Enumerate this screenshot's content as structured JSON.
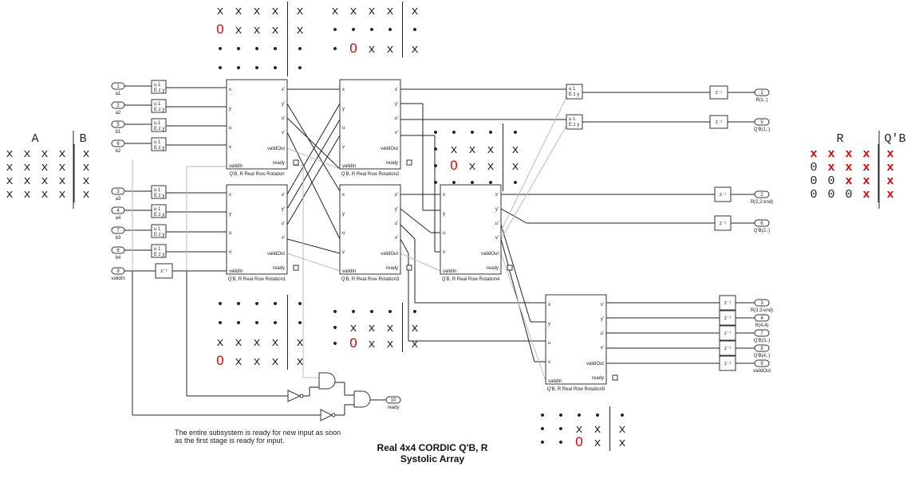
{
  "inputs": [
    {
      "num": "1",
      "name": "a1"
    },
    {
      "num": "2",
      "name": "a2"
    },
    {
      "num": "5",
      "name": "b1"
    },
    {
      "num": "6",
      "name": "b2"
    },
    {
      "num": "3",
      "name": "a3"
    },
    {
      "num": "4",
      "name": "a4"
    },
    {
      "num": "7",
      "name": "b3"
    },
    {
      "num": "8",
      "name": "b4"
    },
    {
      "num": "9",
      "name": "validIn"
    }
  ],
  "outputs": [
    {
      "num": "1",
      "name": "R(1,:)"
    },
    {
      "num": "5",
      "name": "Q'B(1,:)"
    },
    {
      "num": "2",
      "name": "R(2,2:end)"
    },
    {
      "num": "6",
      "name": "Q'B(2,:)"
    },
    {
      "num": "3",
      "name": "R(3,3:end)"
    },
    {
      "num": "4",
      "name": "R(4,4)"
    },
    {
      "num": "7",
      "name": "Q'B(3,:)"
    },
    {
      "num": "8",
      "name": "Q'B(4,:)"
    },
    {
      "num": "9",
      "name": "validOut"
    },
    {
      "num": "10",
      "name": "ready"
    }
  ],
  "rotation_blocks": [
    {
      "name": "Q'B, R Real Row Rotation"
    },
    {
      "name": "Q'B, R Real Row Rotation1"
    },
    {
      "name": "Q'B, R Real Row Rotation2"
    },
    {
      "name": "Q'B, R Real Row Rotation3"
    },
    {
      "name": "Q'B, R Real Row Rotation4"
    },
    {
      "name": "Q'B, R Real Row Rotation5"
    }
  ],
  "rotation_ports": {
    "in": [
      "x",
      "y",
      "u",
      "v",
      "validIn"
    ],
    "out": [
      "x'",
      "y'",
      "u'",
      "v'",
      "validOut",
      "ready"
    ]
  },
  "delay_label": "z⁻¹",
  "matrix_A": {
    "header_a": "A",
    "header_b": "B"
  },
  "matrix_R": {
    "header_a": "R",
    "header_b": "Q'B"
  },
  "cell_x": "x",
  "cell_dot": "•",
  "cell_zero": "0",
  "colors": {
    "highlight": "#e00000",
    "wire": "#222222",
    "faint_wire": "#bbbbbb"
  },
  "note": {
    "line1": "The entire subsystem is ready for new input as soon",
    "line2": "as the first stage is ready for input."
  },
  "title": {
    "line1": "Real 4x4 CORDIC Q'B, R",
    "line2": "Systolic Array"
  }
}
